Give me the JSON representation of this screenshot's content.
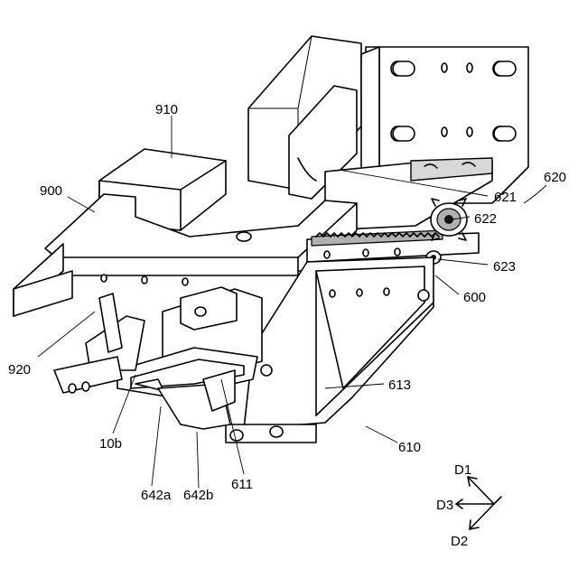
{
  "labels": {
    "l910": "910",
    "l900": "900",
    "l920": "920",
    "l620": "620",
    "l621": "621",
    "l622": "622",
    "l623": "623",
    "l600": "600",
    "l613": "613",
    "l610": "610",
    "l10b": "10b",
    "l642a": "642a",
    "l642b": "642b",
    "l611": "611"
  },
  "directions": {
    "d1": "D1",
    "d2": "D2",
    "d3": "D3"
  }
}
